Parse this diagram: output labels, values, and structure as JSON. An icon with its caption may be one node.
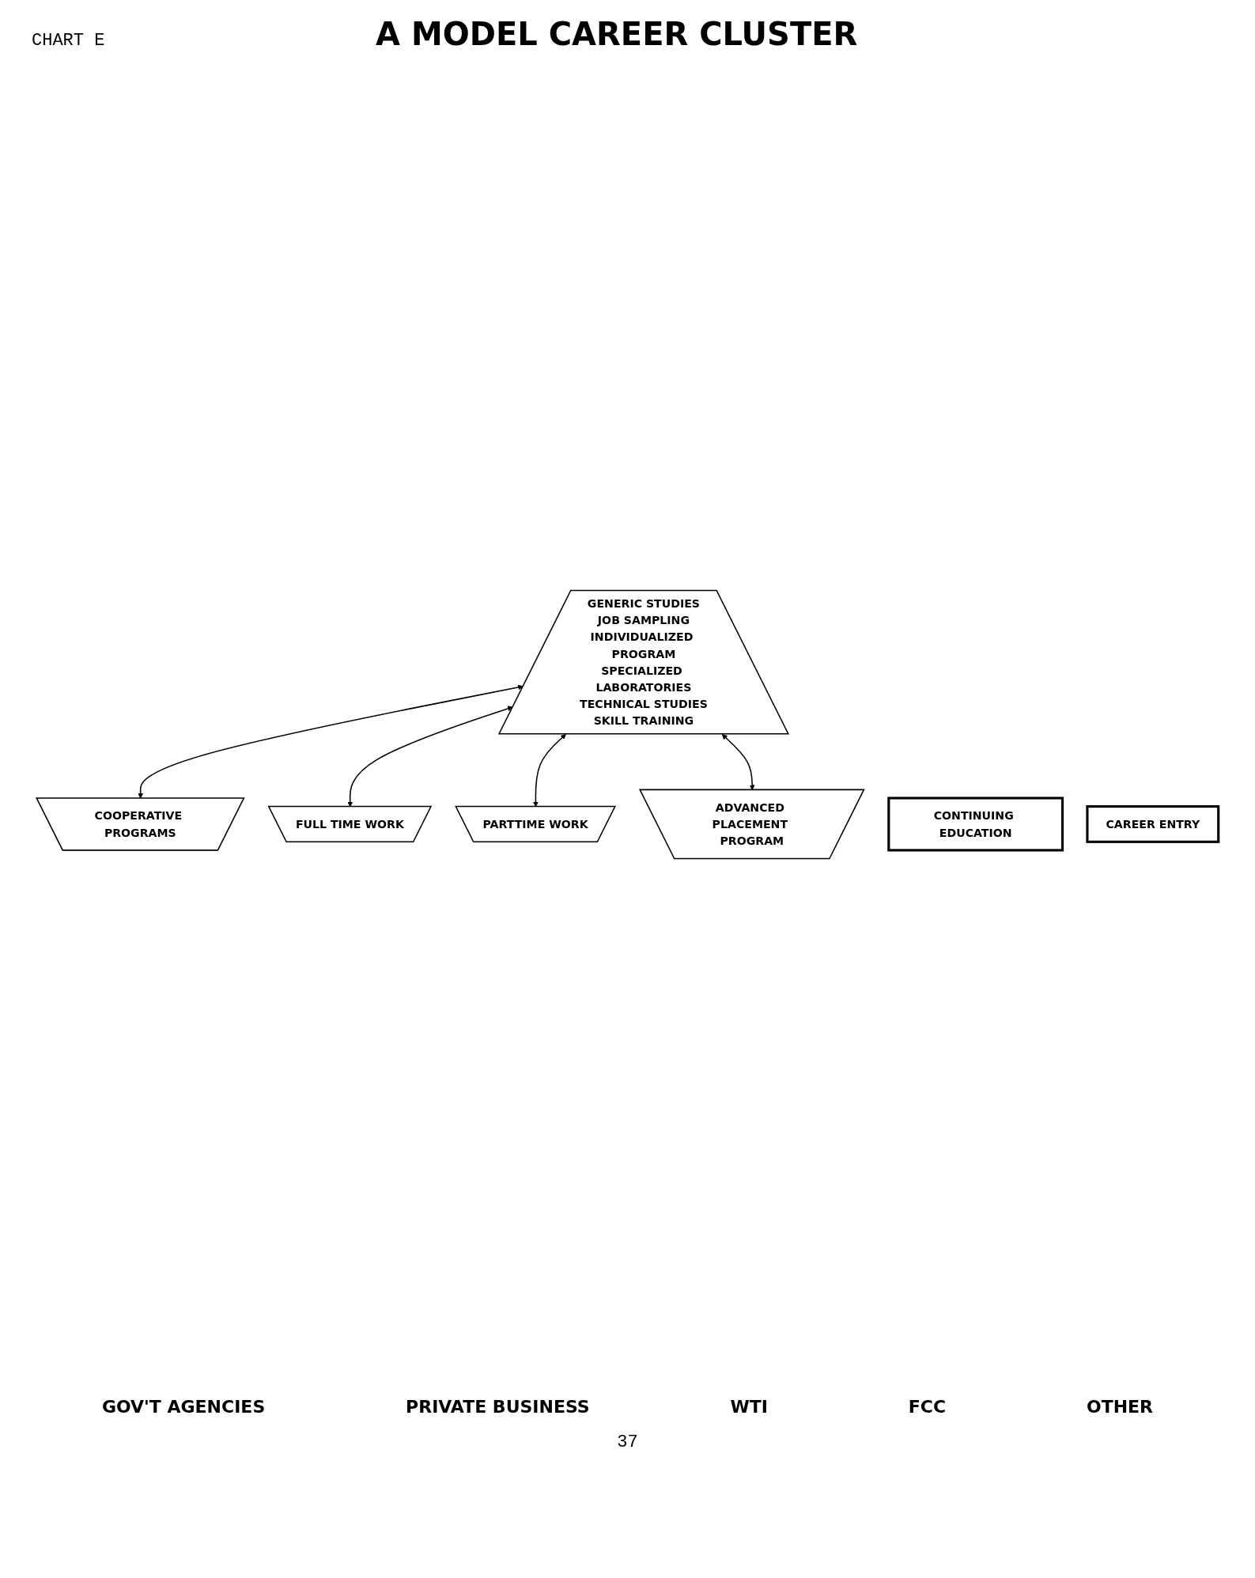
{
  "diagram": {
    "title": "A MODEL CAREER CLUSTER",
    "nodes": [
      {
        "text": [
          "GENERIC STUDIES",
          "JOB SAMPLING",
          "INDIVIDUALIZED PROGRAM",
          "SPECIALIZED LABORATORIES",
          "TECHNICAL STUDIES",
          "SKILL TRAINING"
        ]
      },
      {
        "text": [
          "COOPERATIVE PROGRAMS"
        ]
      },
      {
        "text": [
          "CONTINUING EDUCATION"
        ]
      },
      {
        "text": [
          "FULL TIME WORK"
        ]
      },
      {
        "text": [
          "PARTTIME WORK"
        ]
      },
      {
        "text": [
          "CAREER ENTRY"
        ]
      },
      {
        "text": [
          "ADVANCED PLACEMENT PROGRAM"
        ]
      }
    ],
    "edges": [
      {
        "from": 0,
        "to": 1,
        "arrow": "both"
      },
      {
        "from": 0,
        "to": 3,
        "arrow": "both"
      },
      {
        "from": 0,
        "to": 4,
        "arrow": "both"
      },
      {
        "from": 0,
        "to": 6,
        "arrow": "both"
      }
    ],
    "labels": [
      "CHART E",
      "GOV'T AGENCIES",
      "PRIVATE BUSINESS",
      "WTI",
      "FCC",
      "OTHER",
      "37"
    ]
  }
}
